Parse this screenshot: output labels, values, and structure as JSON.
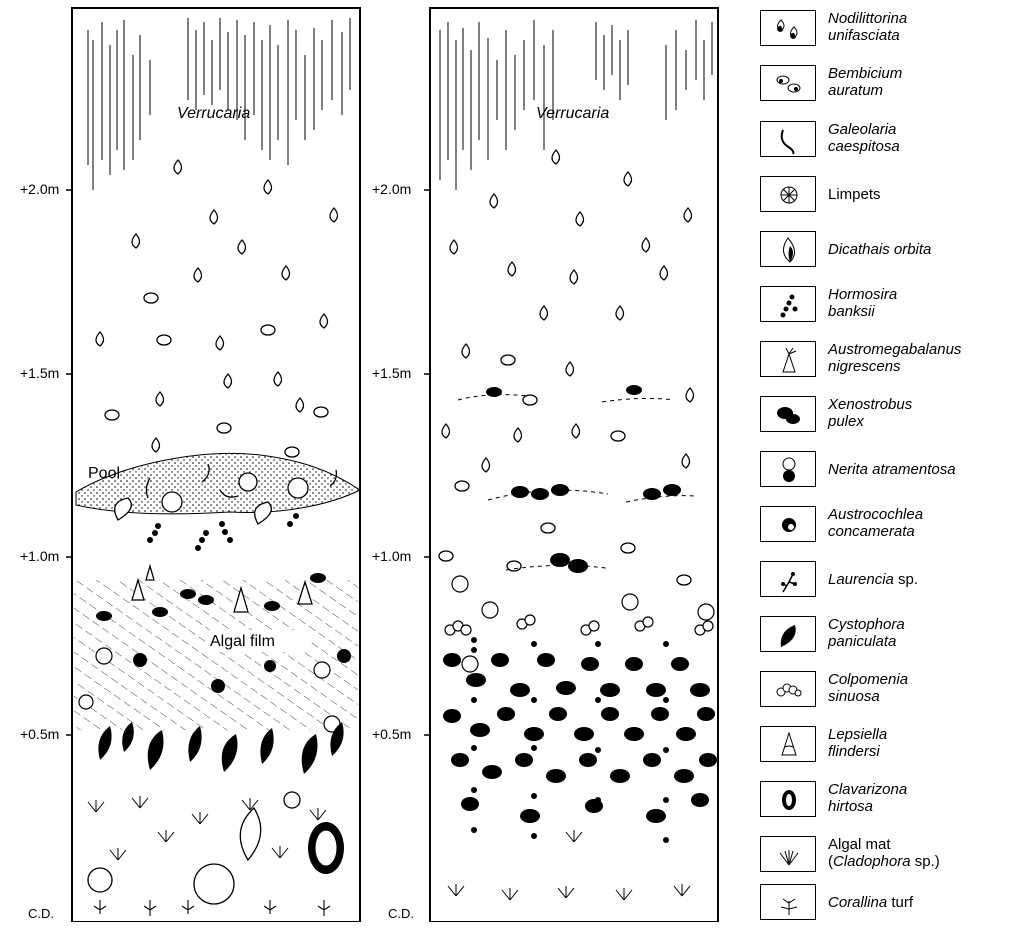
{
  "axis": {
    "left": [
      "+2.0m",
      "+1.5m",
      "+1.0m",
      "+0.5m",
      "C.D."
    ],
    "right": [
      "+2.0m",
      "+1.5m",
      "+1.0m",
      "+0.5m",
      "C.D."
    ]
  },
  "panel_left": {
    "verrucaria": "Verrucaria",
    "pool": "Pool",
    "algal_film": "Algal film"
  },
  "panel_right": {
    "verrucaria": "Verrucaria"
  },
  "legend": [
    {
      "icon": "nodilittorina-icon",
      "line1": "Nodilittorina",
      "line2": "unifasciata",
      "italic": true
    },
    {
      "icon": "bembicium-icon",
      "line1": "Bembicium",
      "line2": "auratum",
      "italic": true
    },
    {
      "icon": "galeolaria-icon",
      "line1": "Galeolaria",
      "line2": "caespitosa",
      "italic": true
    },
    {
      "icon": "limpet-icon",
      "line1": "Limpets",
      "line2": "",
      "italic": false
    },
    {
      "icon": "dicathais-icon",
      "line1": "Dicathais orbita",
      "line2": "",
      "italic": true
    },
    {
      "icon": "hormosira-icon",
      "line1": "Hormosira",
      "line2": "banksii",
      "italic": true
    },
    {
      "icon": "barnacle-icon",
      "line1": "Austromegabalanus",
      "line2": "nigrescens",
      "italic": true
    },
    {
      "icon": "mussel-icon",
      "line1": "Xenostrobus",
      "line2": "pulex",
      "italic": true
    },
    {
      "icon": "nerita-icon",
      "line1": "Nerita atramentosa",
      "line2": "",
      "italic": true
    },
    {
      "icon": "austrocochlea-icon",
      "line1": "Austrocochlea",
      "line2": "concamerata",
      "italic": true
    },
    {
      "icon": "laurencia-icon",
      "line1": "Laurencia",
      "line2": "",
      "suffix": " sp.",
      "italic": true
    },
    {
      "icon": "cystophora-icon",
      "line1": "Cystophora",
      "line2": "paniculata",
      "italic": true
    },
    {
      "icon": "colpomenia-icon",
      "line1": "Colpomenia",
      "line2": "sinuosa",
      "italic": true
    },
    {
      "icon": "lepsiella-icon",
      "line1": "Lepsiella",
      "line2": "flindersi",
      "italic": true
    },
    {
      "icon": "clavarizona-icon",
      "line1": "Clavarizona",
      "line2": "hirtosa",
      "italic": true
    },
    {
      "icon": "algal-mat-icon",
      "line1": "Algal mat",
      "line2": "(",
      "line2_italic": "Cladophora",
      "line2_suffix": " sp.)",
      "italic": false
    },
    {
      "icon": "corallina-icon",
      "line1": "Corallina",
      "line2": "",
      "suffix": " turf",
      "italic": true
    }
  ]
}
